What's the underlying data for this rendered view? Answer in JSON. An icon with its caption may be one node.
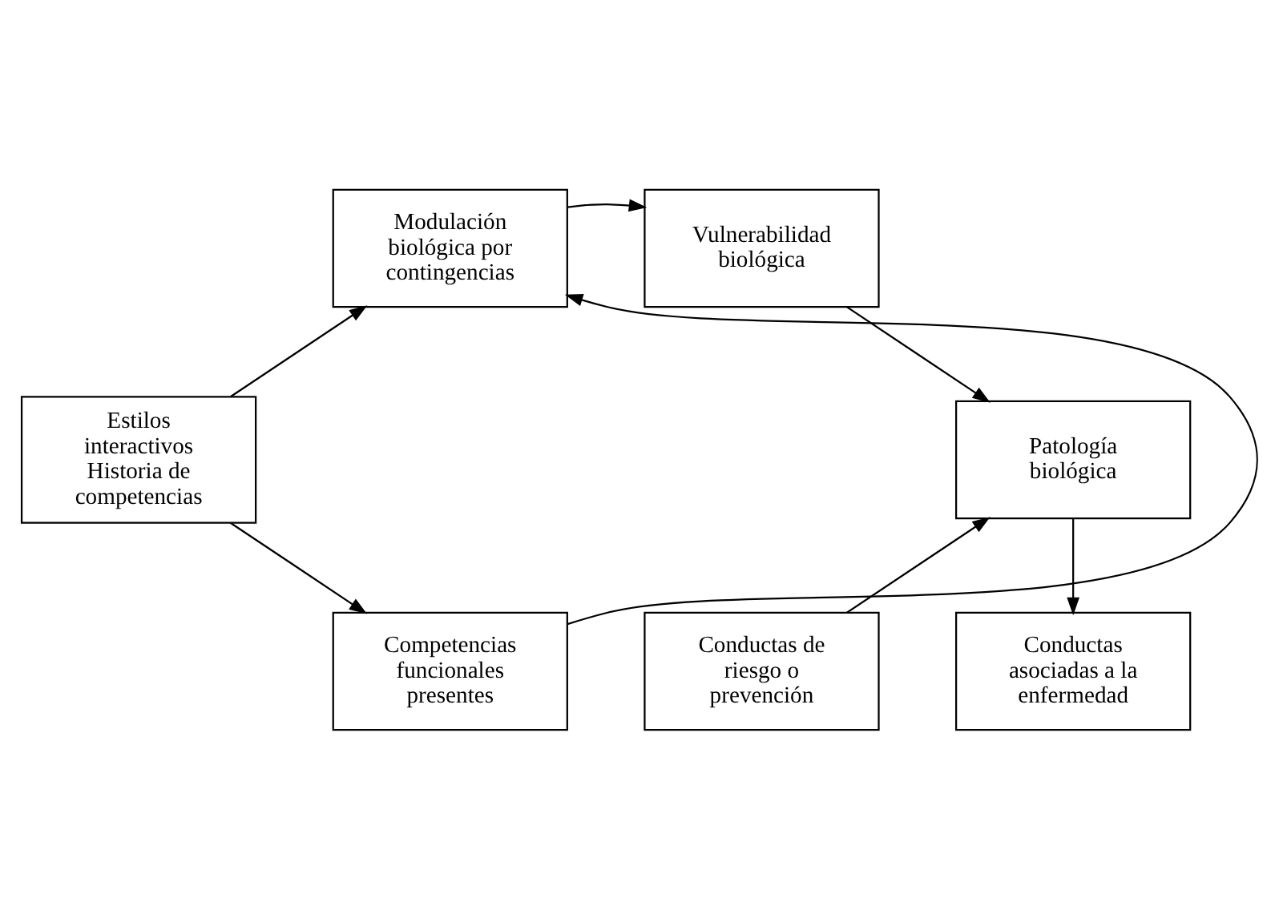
{
  "diagram": {
    "nodes": [
      {
        "text": [
          "Modulación biológica por contingencias"
        ]
      },
      {
        "text": [
          "Vulnerabilidad biológica"
        ]
      },
      {
        "text": [
          "Estilos interactivos",
          "Historia de competencias"
        ]
      },
      {
        "text": [
          "Patología biológica"
        ]
      },
      {
        "text": [
          "Competencias funcionales presentes"
        ]
      },
      {
        "text": [
          "Conductas de riesgo o prevención"
        ]
      },
      {
        "text": [
          "Conductas asociadas a la enfermedad"
        ]
      }
    ],
    "edges": [
      {
        "from": 0,
        "to": 1,
        "arrow": "to"
      },
      {
        "from": 1,
        "to": 3,
        "arrow": "to"
      },
      {
        "from": 2,
        "to": 0,
        "arrow": "to"
      },
      {
        "from": 2,
        "to": 4,
        "arrow": "to"
      },
      {
        "from": 4,
        "to": 0,
        "arrow": "to"
      },
      {
        "from": 5,
        "to": 3,
        "arrow": "to"
      },
      {
        "from": 3,
        "to": 6,
        "arrow": "to"
      }
    ]
  }
}
